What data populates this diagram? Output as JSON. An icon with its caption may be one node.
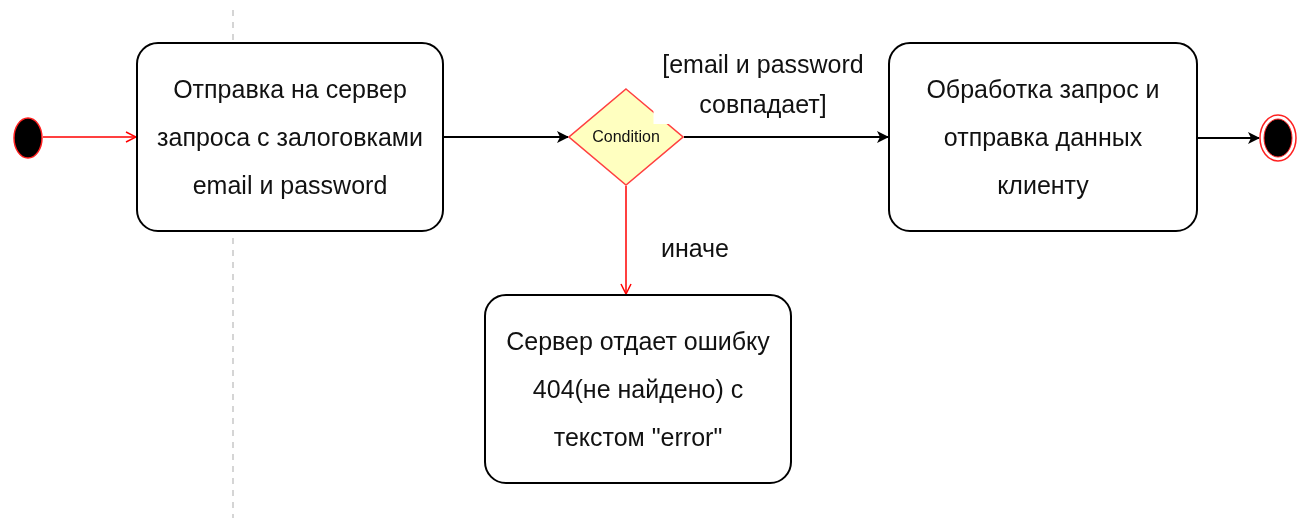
{
  "diagram": {
    "nodes": [
      {
        "text": [],
        "shape": "circle"
      },
      {
        "text": [
          "Отправка на сервер запроса с залоговками email и password"
        ]
      },
      {
        "text": [
          "Condition"
        ]
      },
      {
        "text": [
          "Обработка запрос и отправка данных клиенту"
        ]
      },
      {
        "text": [
          "Сервер отдает ошибку 404(не найдено) с текстом \"error\""
        ]
      },
      {
        "text": [],
        "shape": "circle"
      }
    ],
    "edges": [
      {
        "from": 0,
        "to": 1,
        "arrow": "to",
        "color": "#ff0000"
      },
      {
        "from": 1,
        "to": 2,
        "arrow": "to"
      },
      {
        "from": 2,
        "to": 3,
        "arrow": "to",
        "label": "[email и password совпадает]"
      },
      {
        "from": 2,
        "to": 4,
        "arrow": "to",
        "label": "иначе",
        "color": "#ff0000"
      },
      {
        "from": 3,
        "to": 5,
        "arrow": "to"
      }
    ]
  }
}
